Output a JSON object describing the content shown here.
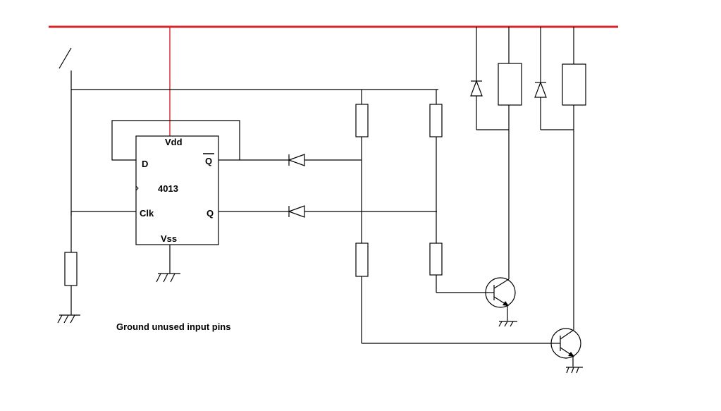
{
  "chip": {
    "part": "4013",
    "pins": {
      "vdd": "Vdd",
      "vss": "Vss",
      "d": "D",
      "clk": "Clk",
      "q": "Q",
      "q_bar": "Q"
    }
  },
  "note": "Ground unused input pins",
  "colors": {
    "supply_rail": "#d9232a",
    "wire": "#000000",
    "background": "#ffffff"
  }
}
